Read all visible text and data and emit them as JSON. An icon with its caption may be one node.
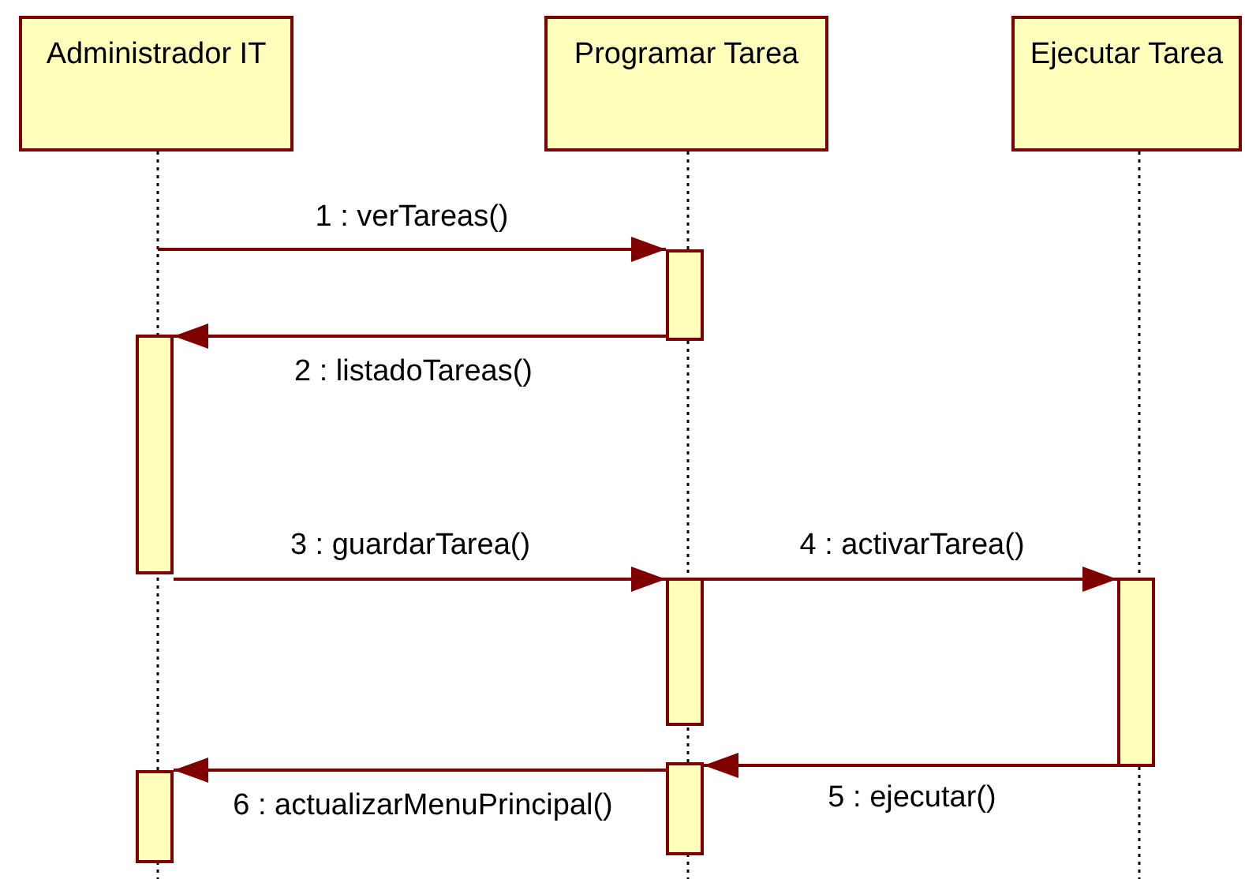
{
  "diagram": {
    "nodes": [
      {
        "text": [
          "Administrador IT"
        ]
      },
      {
        "text": [
          "Programar Tarea"
        ]
      },
      {
        "text": [
          "Ejecutar Tarea"
        ]
      },
      {
        "text": [],
        "shape": "bar"
      },
      {
        "text": [],
        "shape": "bar"
      },
      {
        "text": [],
        "shape": "bar"
      },
      {
        "text": [],
        "shape": "bar"
      },
      {
        "text": [],
        "shape": "bar"
      },
      {
        "text": [],
        "shape": "bar"
      }
    ],
    "edges": [
      {
        "from": null,
        "to": 3,
        "arrow": "to",
        "label": "1 : verTareas()"
      },
      {
        "from": 3,
        "to": 4,
        "arrow": "to",
        "label": "2 : listadoTareas()"
      },
      {
        "from": 4,
        "to": 5,
        "arrow": "to",
        "label": "3 : guardarTarea()"
      },
      {
        "from": 5,
        "to": 6,
        "arrow": "to",
        "label": "4 : activarTarea()"
      },
      {
        "from": 6,
        "to": 7,
        "arrow": "to",
        "label": "5 : ejecutar()"
      },
      {
        "from": 7,
        "to": 8,
        "arrow": "to",
        "label": "6 : actualizarMenuPrincipal()"
      }
    ]
  }
}
